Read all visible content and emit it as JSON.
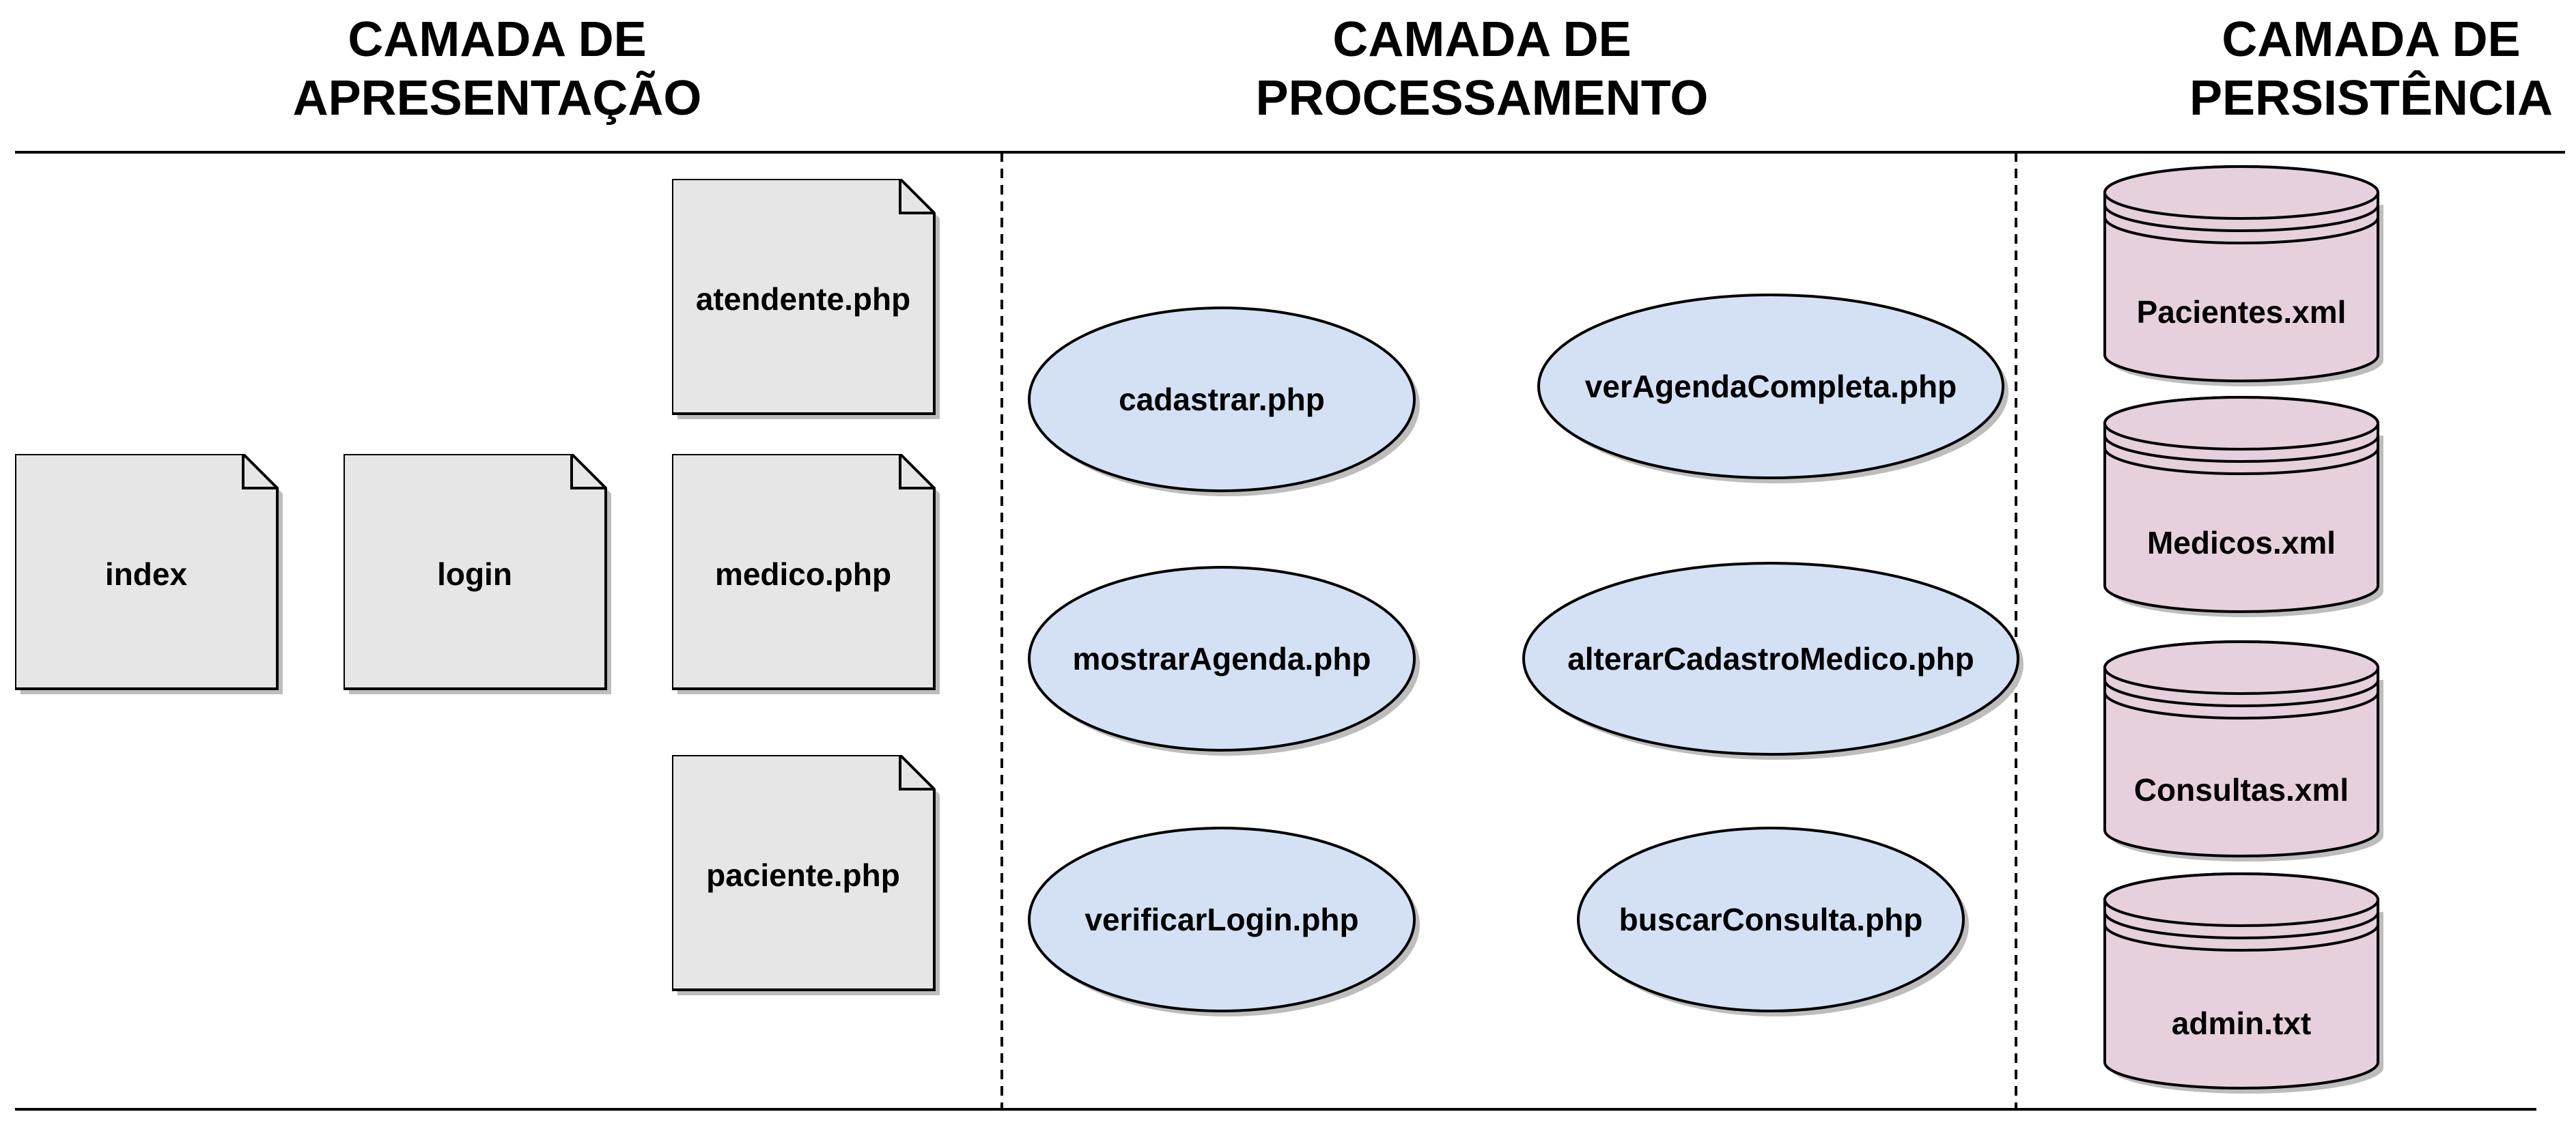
{
  "layers": [
    {
      "id": "apresentacao",
      "title_line1": "CAMADA DE",
      "title_line2": "APRESENTAÇÃO"
    },
    {
      "id": "processamento",
      "title_line1": "CAMADA DE",
      "title_line2": "PROCESSAMENTO"
    },
    {
      "id": "persistencia",
      "title_line1": "CAMADA DE",
      "title_line2": "PERSISTÊNCIA"
    }
  ],
  "presentation_files": [
    {
      "label": "index"
    },
    {
      "label": "login"
    },
    {
      "label": "atendente.php"
    },
    {
      "label": "medico.php"
    },
    {
      "label": "paciente.php"
    }
  ],
  "processing_scripts": [
    {
      "label": "cadastrar.php"
    },
    {
      "label": "mostrarAgenda.php"
    },
    {
      "label": "verificarLogin.php"
    },
    {
      "label": "verAgendaCompleta.php"
    },
    {
      "label": "alterarCadastroMedico.php"
    },
    {
      "label": "buscarConsulta.php"
    }
  ],
  "persistence_stores": [
    {
      "label": "Pacientes.xml"
    },
    {
      "label": "Medicos.xml"
    },
    {
      "label": "Consultas.xml"
    },
    {
      "label": "admin.txt"
    }
  ],
  "colors": {
    "document_fill": "#e6e6e6",
    "process_fill": "#d4e1f5",
    "database_fill": "#e6d0de",
    "stroke": "#000000",
    "shadow": "#bdbdbd"
  }
}
